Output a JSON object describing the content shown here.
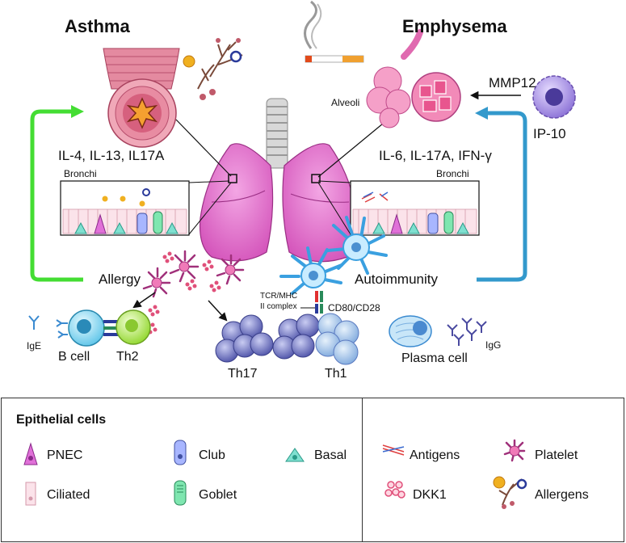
{
  "headings": {
    "left": "Asthma",
    "right": "Emphysema"
  },
  "labels": {
    "alveoli": "Alveoli",
    "mmp12": "MMP12",
    "ip10": "IP-10",
    "left_cytokines": "IL-4, IL-13, IL17A",
    "right_cytokines": "IL-6, IL-17A, IFN-γ",
    "bronchi_left": "Bronchi",
    "bronchi_right": "Bronchi",
    "allergy": "Allergy",
    "autoimmunity": "Autoimmunity",
    "tcr_line1": "TCR/MHC",
    "tcr_line2": "II complex",
    "cd80": "CD80/CD28",
    "ige": "IgE",
    "b_cell": "B cell",
    "th2": "Th2",
    "th17": "Th17",
    "th1": "Th1",
    "plasma_cell": "Plasma cell",
    "igg": "IgG"
  },
  "legend": {
    "title": "Epithelial cells",
    "items": {
      "pnec": "PNEC",
      "club": "Club",
      "basal": "Basal",
      "ciliated": "Ciliated",
      "goblet": "Goblet",
      "antigens": "Antigens",
      "platelet": "Platelet",
      "dkk1": "DKK1",
      "allergens": "Allergens"
    }
  },
  "colors": {
    "asthma_arrow": "#44dd33",
    "emphysema_arrow": "#3399cc",
    "lung": "#e066c8",
    "tcell": "#5a5fb0",
    "dkk1": "#e0507a",
    "platelet": "#a0307a"
  }
}
